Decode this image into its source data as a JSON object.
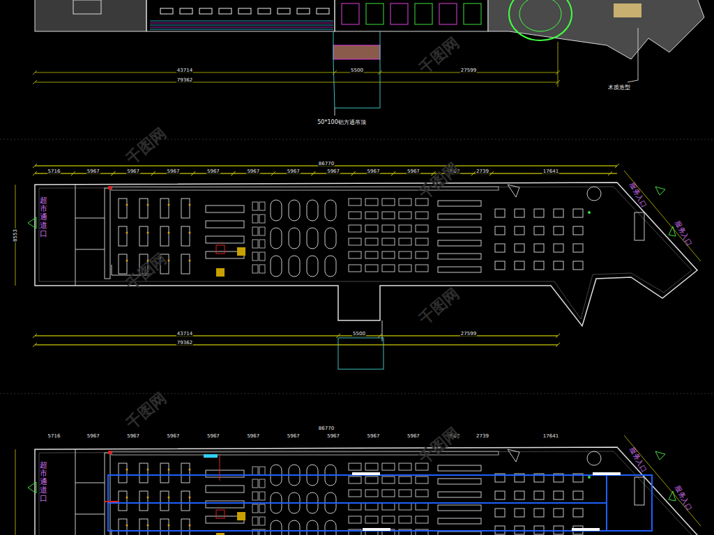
{
  "diagram": {
    "labels": [
      "50*100铝方通吊顶",
      "木质造型",
      "43714",
      "5500",
      "27599",
      "79362",
      "86770",
      "5716",
      "5967",
      "5967",
      "5967",
      "5967",
      "5967",
      "5967",
      "5967",
      "5967",
      "5967",
      "5967",
      "2739",
      "17641",
      "8553",
      "超市通道口",
      "服务入口",
      "服务入口",
      "43714",
      "5500",
      "27599",
      "79362",
      "86770",
      "5716",
      "5967",
      "5967",
      "5967",
      "5967",
      "5967",
      "5967",
      "5967",
      "5967",
      "5967",
      "5967",
      "2739",
      "17641",
      "超市通道口",
      "服务入口",
      "服务入口",
      "千图网",
      "千图网",
      "千图网",
      "千图网",
      "千图网",
      "千图网",
      "千图网"
    ]
  }
}
